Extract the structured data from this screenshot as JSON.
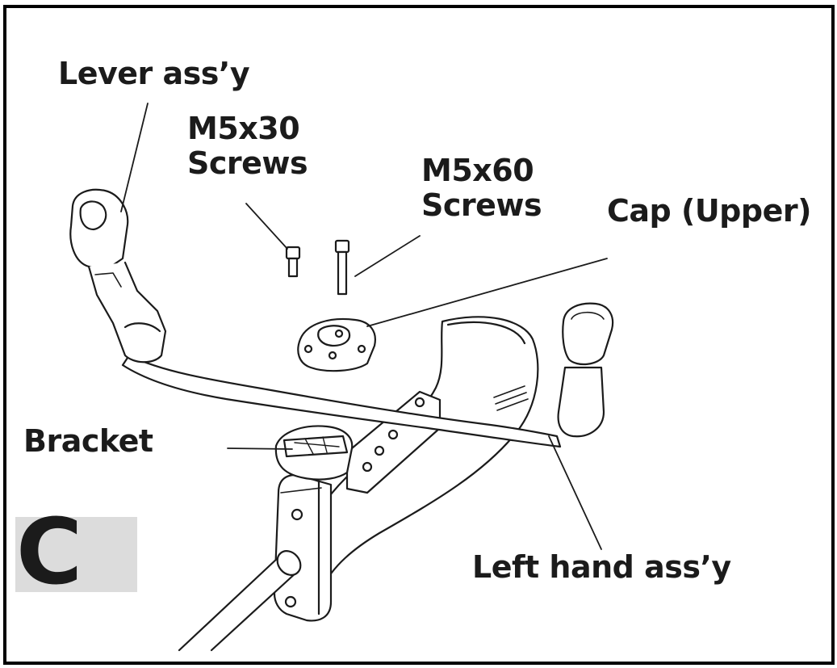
{
  "labels": {
    "lever_assy": "Lever ass’y",
    "m5x30_screws": "M5x30\nScrews",
    "m5x60_screws": "M5x60\nScrews",
    "cap_upper": "Cap (Upper)",
    "bracket": "Bracket",
    "left_hand_assy": "Left hand ass’y"
  },
  "panel": {
    "letter": "C"
  },
  "colors": {
    "ink": "#1b1b1b",
    "panel_tag": "#dcdcdc",
    "frame": "#000000"
  }
}
